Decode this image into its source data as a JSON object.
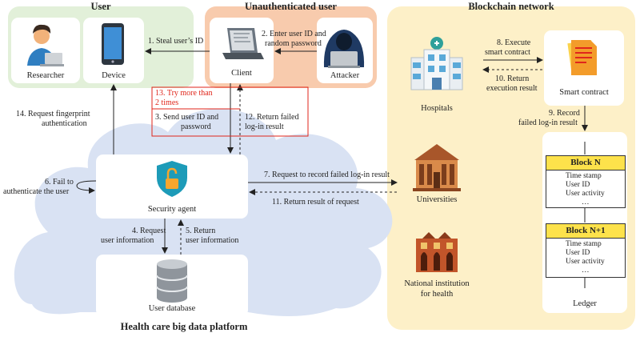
{
  "regions": {
    "user": "User",
    "unauth": "Unauthenticated user",
    "blockchain": "Blockchain network",
    "platform": "Health care big data platform"
  },
  "nodes": {
    "researcher": "Researcher",
    "device": "Device",
    "client": "Client",
    "attacker": "Attacker",
    "security_agent": "Security agent",
    "user_database": "User database",
    "hospitals": "Hospitals",
    "universities": "Universities",
    "national_1": "National institution",
    "national_2": "for health",
    "smart_contract": "Smart contract",
    "ledger": "Ledger"
  },
  "steps": {
    "s1": "1. Steal user’s ID",
    "s2a": "2. Enter user ID and",
    "s2b": "random password",
    "s3a": "3. Send user ID and",
    "s3b": "password",
    "s4a": "4. Request",
    "s4b": "user information",
    "s5a": "5. Return",
    "s5b": "user information",
    "s6a": "6. Fail to",
    "s6b": "authenticate the user",
    "s7": "7. Request to record failed log-in result",
    "s8a": "8. Execute",
    "s8b": "smart contract",
    "s9a": "9. Record",
    "s9b": "failed log-in result",
    "s10a": "10. Return",
    "s10b": "execution result",
    "s11": "11. Return result of request",
    "s12a": "12. Return failed",
    "s12b": "log-in result",
    "s13a": "13. Try more than",
    "s13b": "2 times",
    "s14a": "14. Request fingerprint",
    "s14b": "authentication"
  },
  "blocks": [
    {
      "title": "Block N",
      "fields": [
        "Time stamp",
        "User ID",
        "User activity",
        "…"
      ]
    },
    {
      "title": "Block N+1",
      "fields": [
        "Time stamp",
        "User ID",
        "User activity",
        "…"
      ]
    }
  ],
  "colors": {
    "user_region": "#e2f0d9",
    "unauth_region": "#f8cbad",
    "blockchain_region": "#fdf0c8",
    "platform_cloud": "#d9e2f3",
    "attention": "#e0261b",
    "block_header": "#fde24b"
  }
}
